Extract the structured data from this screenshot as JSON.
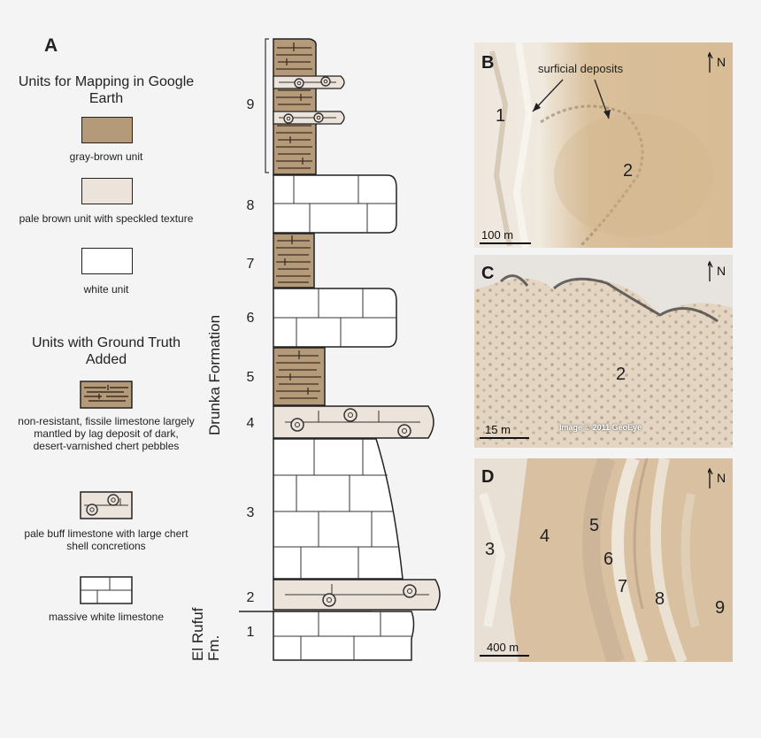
{
  "panel_a": {
    "letter": "A",
    "mapping_title": "Units for Mapping in Google Earth",
    "mapping_units": [
      {
        "label": "gray-brown unit",
        "color": "#b49a78"
      },
      {
        "label": "pale brown unit with speckled texture",
        "color": "#ece4db"
      },
      {
        "label": "white unit",
        "color": "#ffffff"
      }
    ],
    "ground_title": "Units with Ground Truth Added",
    "ground_units": [
      {
        "label": "non-resistant, fissile limestone largely mantled by lag deposit of dark, desert-varnished chert pebbles",
        "color": "#b49a78"
      },
      {
        "label": "pale buff limestone with large chert shell concretions",
        "color": "#ece4db"
      },
      {
        "label": "massive white limestone",
        "color": "#ffffff"
      }
    ],
    "formation_upper": "Drunka Formation",
    "formation_lower": "El Rufuf Fm.",
    "unit_numbers": [
      "9",
      "8",
      "7",
      "6",
      "5",
      "4",
      "3",
      "2",
      "1"
    ]
  },
  "panel_b": {
    "letter": "B",
    "north": "N",
    "annotation": "surficial deposits",
    "scale": "100 m",
    "units": [
      "1",
      "2"
    ]
  },
  "panel_c": {
    "letter": "C",
    "north": "N",
    "scale": "15 m",
    "units": [
      "2"
    ],
    "credit": "Image © 2011 GeoEye"
  },
  "panel_d": {
    "letter": "D",
    "north": "N",
    "scale": "400 m",
    "units": [
      "3",
      "4",
      "5",
      "6",
      "7",
      "8",
      "9"
    ]
  }
}
